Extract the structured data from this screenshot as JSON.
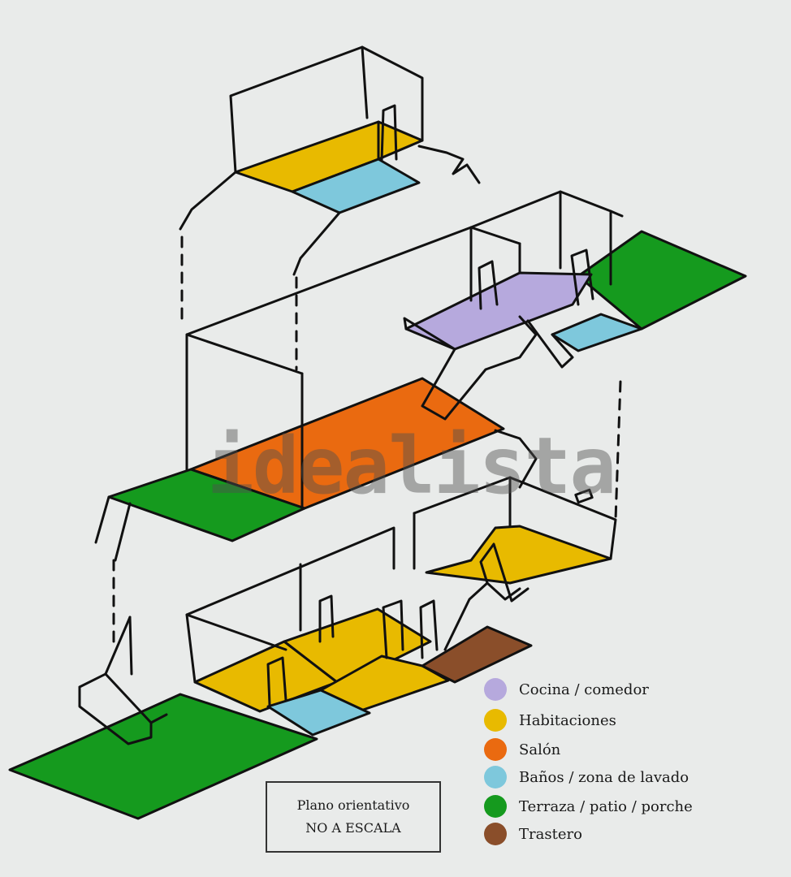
{
  "watermark": "idealista",
  "legend": {
    "items": [
      {
        "label": "Cocina / comedor",
        "color": "#b6a9dd",
        "icon": "lavender-circle"
      },
      {
        "label": "Habitaciones",
        "color": "#e8ba00",
        "icon": "yellow-circle"
      },
      {
        "label": "Salón",
        "color": "#ea6a10",
        "icon": "orange-circle"
      },
      {
        "label": "Baños / zona de lavado",
        "color": "#7ec8dc",
        "icon": "light-blue-circle"
      },
      {
        "label": "Terraza / patio / porche",
        "color": "#159a1e",
        "icon": "green-circle"
      },
      {
        "label": "Trastero",
        "color": "#8a4e2a",
        "icon": "brown-circle"
      }
    ]
  },
  "note": {
    "line1": "Plano orientativo",
    "line2": "NO A ESCALA"
  },
  "colors": {
    "background": "#e9ebea",
    "line": "#111111"
  }
}
